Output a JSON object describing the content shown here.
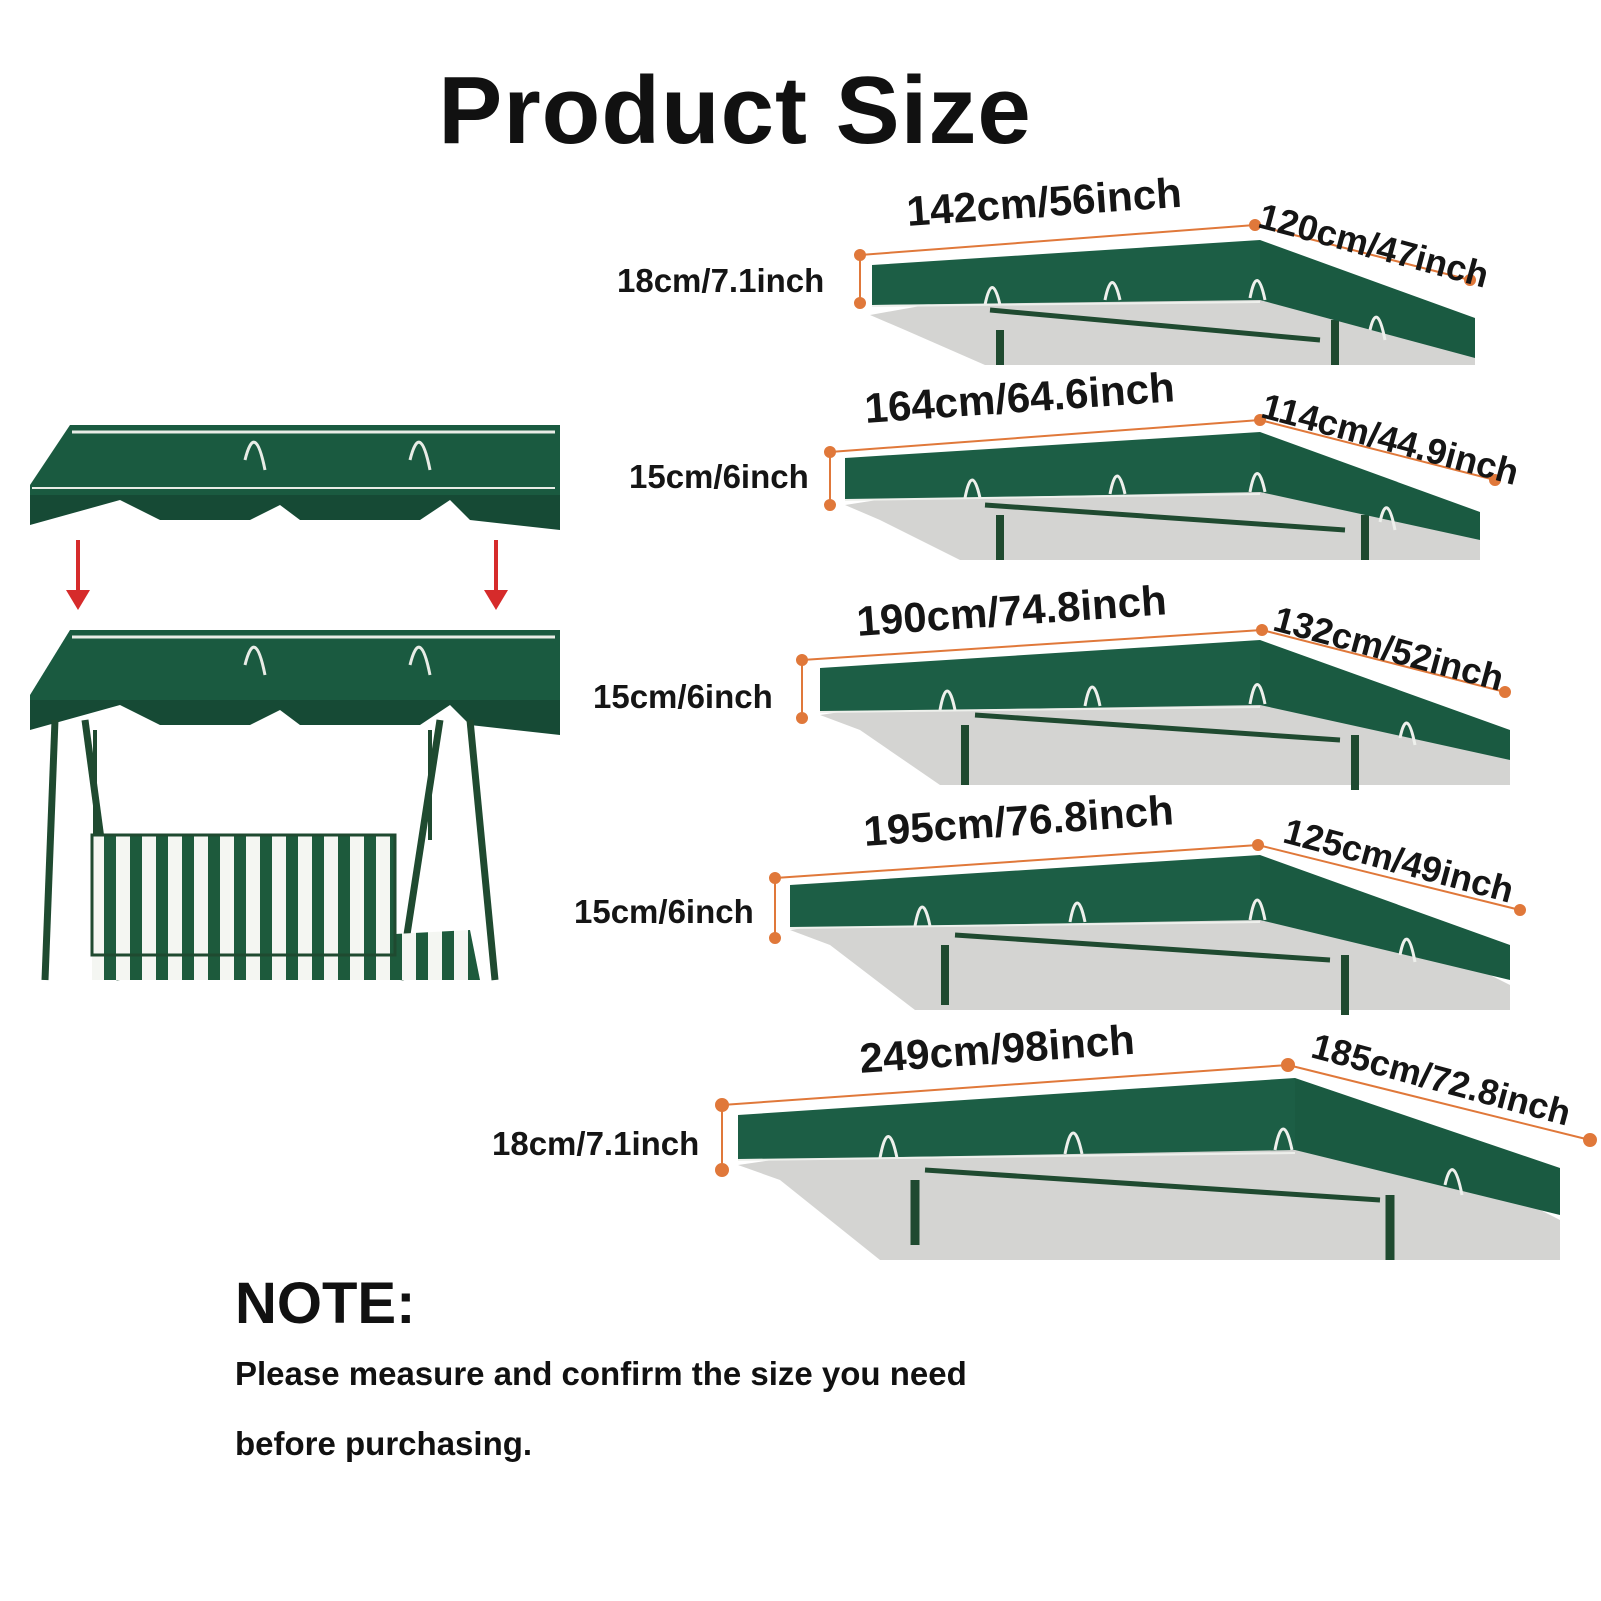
{
  "title": "Product Size",
  "canopies": [
    {
      "length": "142cm/56inch",
      "depth": "120cm/47inch",
      "height": "18cm/7.1inch"
    },
    {
      "length": "164cm/64.6inch",
      "depth": "114cm/44.9inch",
      "height": "15cm/6inch"
    },
    {
      "length": "190cm/74.8inch",
      "depth": "132cm/52inch",
      "height": "15cm/6inch"
    },
    {
      "length": "195cm/76.8inch",
      "depth": "125cm/49inch",
      "height": "15cm/6inch"
    },
    {
      "length": "249cm/98inch",
      "depth": "185cm/72.8inch",
      "height": "18cm/7.1inch"
    }
  ],
  "note": {
    "heading": "NOTE:",
    "lines": [
      "Please measure and confirm the size you need",
      "before purchasing."
    ]
  },
  "colors": {
    "canopy_green": "#1c5e45",
    "canopy_dark": "#124536",
    "underside_gray": "#d4d4d2",
    "frame_green": "#1f4a30",
    "dimension_orange": "#e0783a",
    "arrow_red": "#d62b2b",
    "stripe_white": "#f4f6f2"
  },
  "icons": [
    "down-arrow-icon"
  ]
}
